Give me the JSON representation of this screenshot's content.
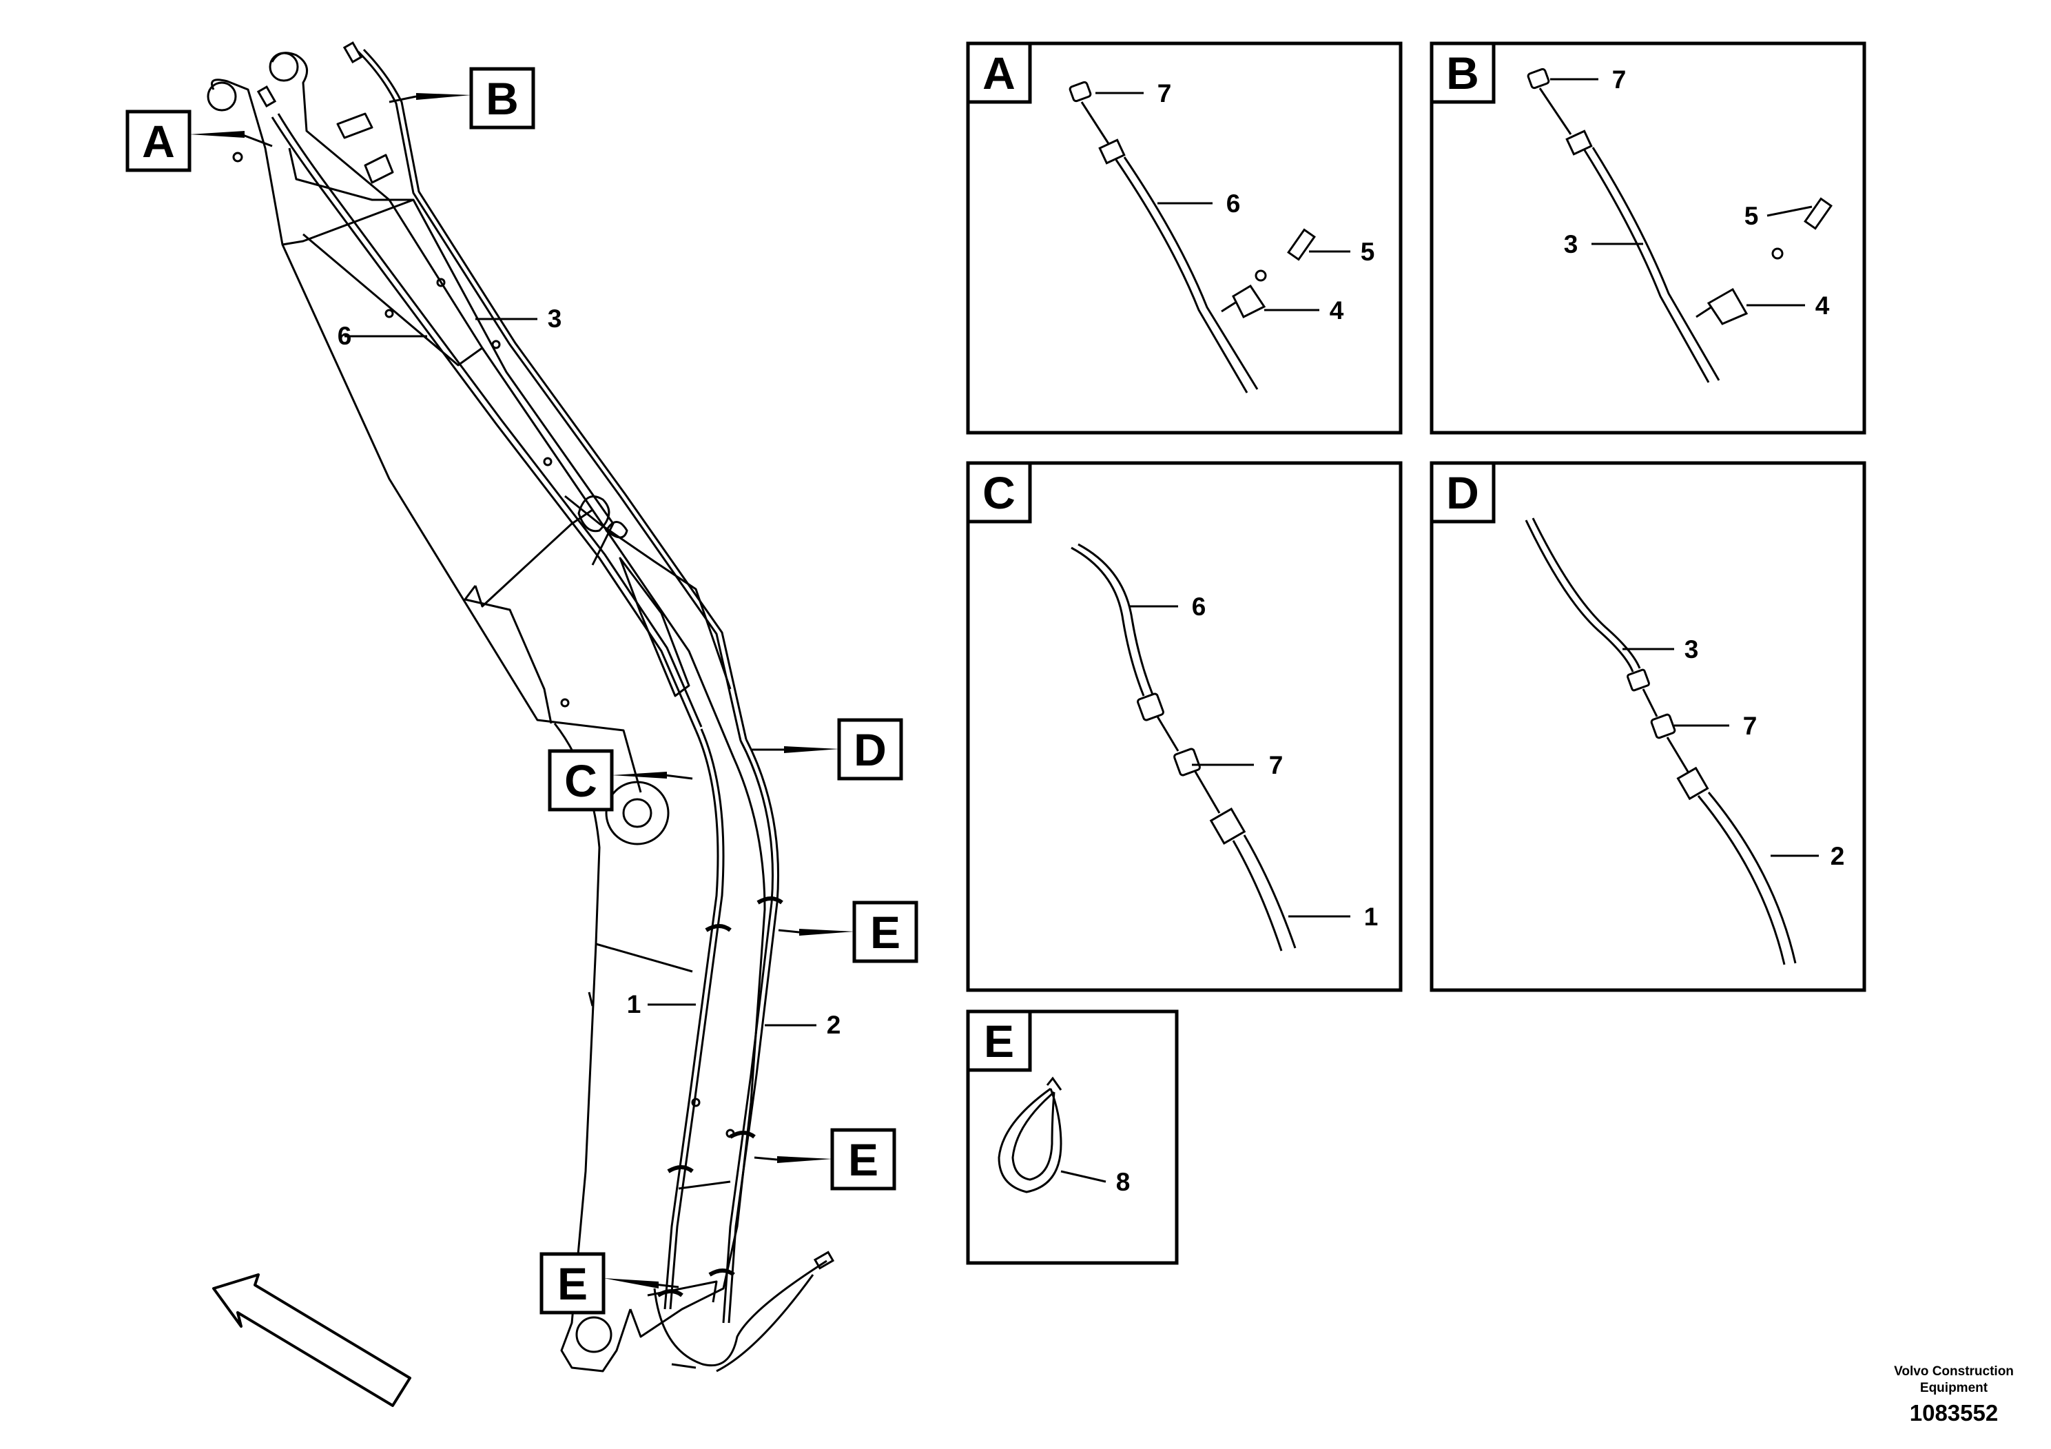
{
  "views": {
    "A": {
      "letter": "A",
      "labels": {
        "7": "7",
        "6": "6",
        "5": "5",
        "4": "4"
      }
    },
    "B": {
      "letter": "B",
      "labels": {
        "7": "7",
        "5": "5",
        "3": "3",
        "4": "4"
      }
    },
    "C": {
      "letter": "C",
      "labels": {
        "6": "6",
        "7": "7",
        "1": "1"
      }
    },
    "D": {
      "letter": "D",
      "labels": {
        "3": "3",
        "7": "7",
        "2": "2"
      }
    },
    "E": {
      "letter": "E",
      "labels": {
        "8": "8"
      }
    }
  },
  "main": {
    "flags": {
      "A": "A",
      "B": "B",
      "C": "C",
      "D": "D",
      "E1": "E",
      "E2": "E",
      "E3": "E"
    },
    "labels": {
      "6": "6",
      "3": "3",
      "1": "1",
      "2": "2"
    }
  },
  "footer": {
    "company_line1": "Volvo Construction",
    "company_line2": "Equipment",
    "doc_number": "1083552"
  }
}
